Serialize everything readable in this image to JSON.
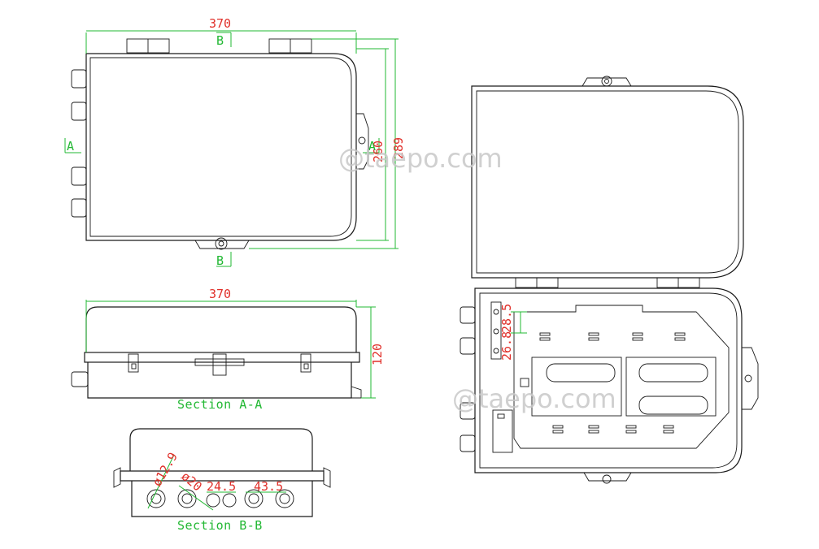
{
  "watermarks": {
    "top": "@taepo.com",
    "bottom": "@taepo.com"
  },
  "top_view": {
    "width_dim": "370",
    "height_dim_inner": "260",
    "height_dim_outer": "289",
    "section_mark_left": "A",
    "section_mark_right": "A",
    "section_mark_top": "B",
    "section_mark_bottom": "B"
  },
  "section_aa": {
    "width_dim": "370",
    "height_dim": "120",
    "caption": "Section A-A"
  },
  "section_bb": {
    "caption": "Section B-B",
    "dims": {
      "d1": "ø12.9",
      "d2": "ø20",
      "d3": "24.5",
      "d4": "43.5"
    }
  },
  "open_view": {
    "dims": {
      "a": "28.5",
      "b": "26.8"
    }
  }
}
